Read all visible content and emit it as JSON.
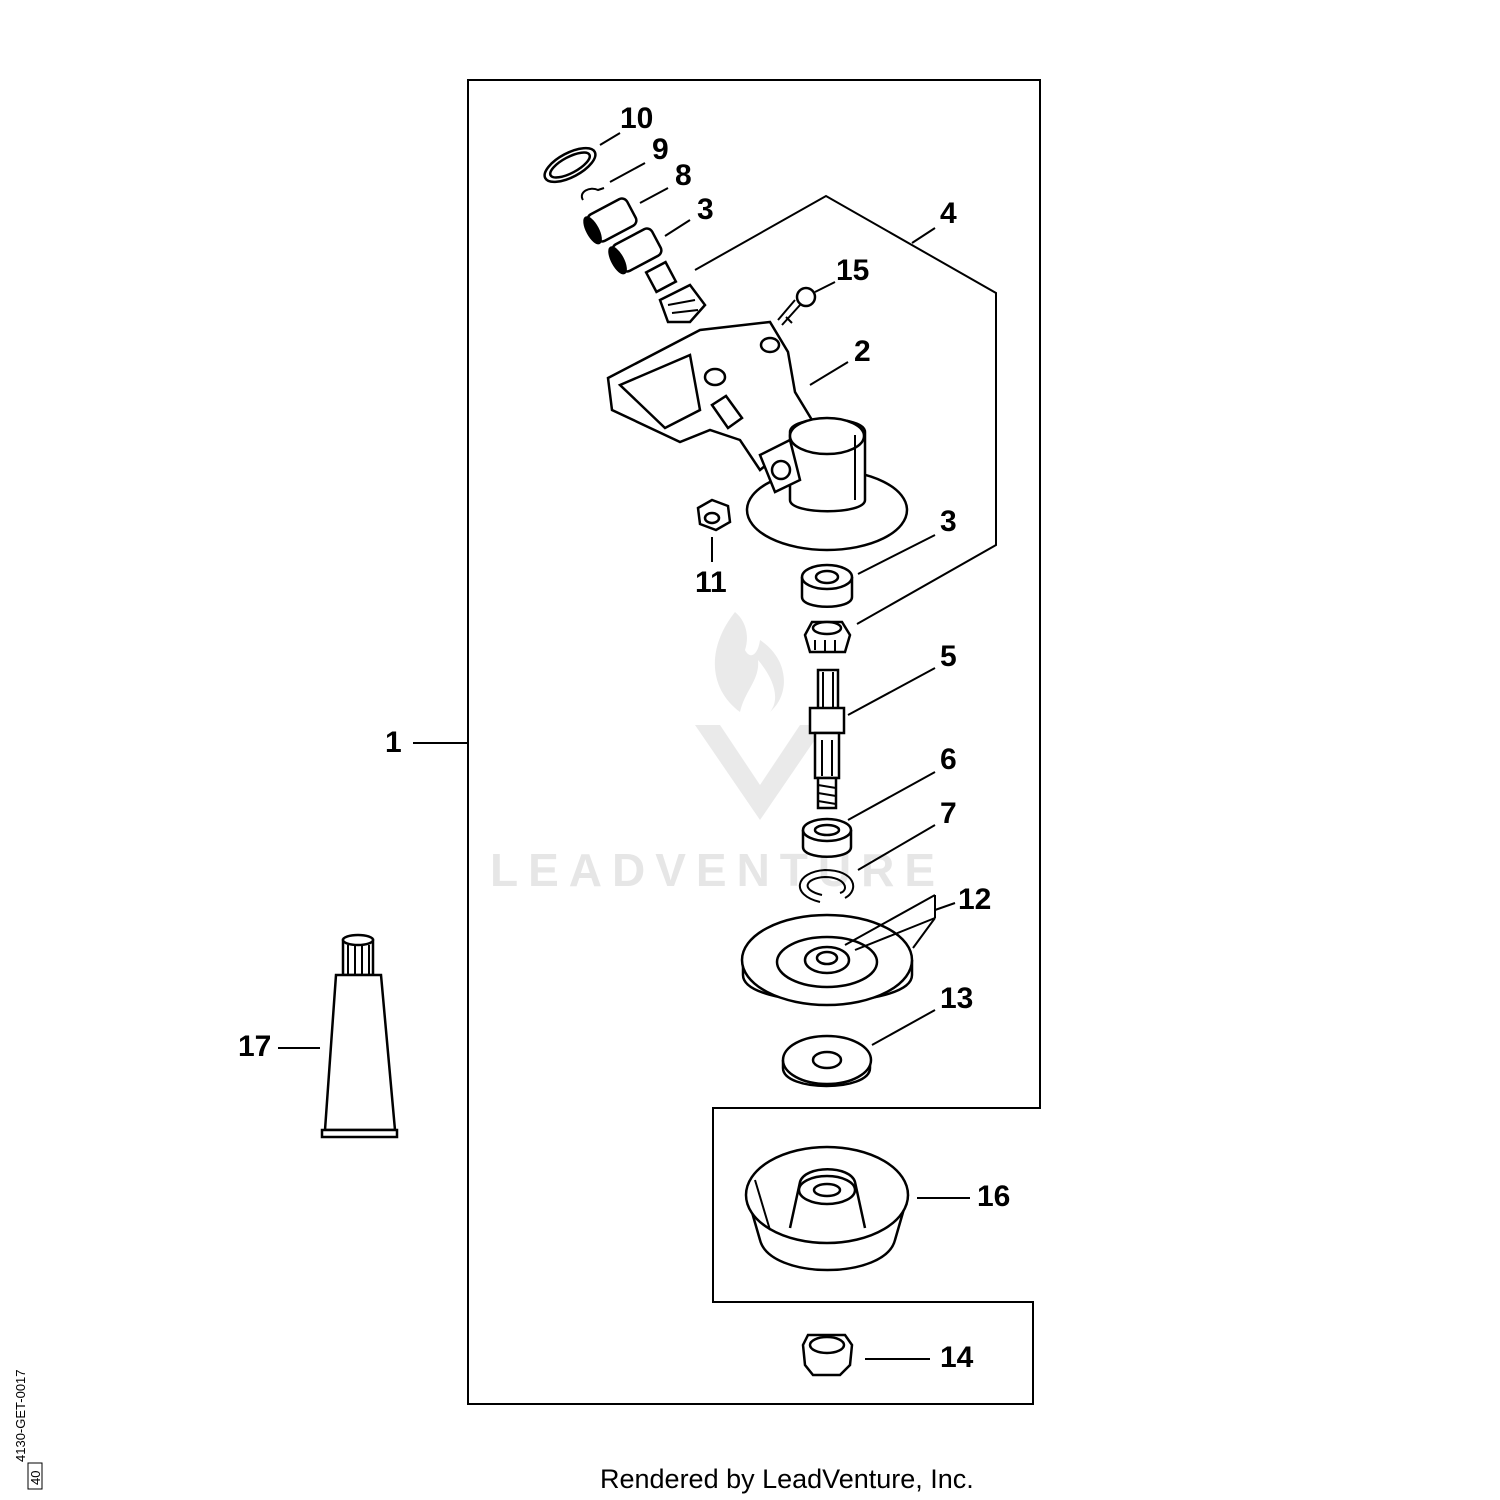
{
  "callouts": [
    "1",
    "2",
    "3",
    "3",
    "4",
    "5",
    "6",
    "7",
    "8",
    "9",
    "10",
    "11",
    "12",
    "13",
    "14",
    "15",
    "16",
    "17"
  ],
  "watermark": "LEADVENTURE",
  "footer": "Rendered by LeadVenture, Inc.",
  "drawing_code": "4130-GET-0017",
  "drawing_code_box": "40"
}
